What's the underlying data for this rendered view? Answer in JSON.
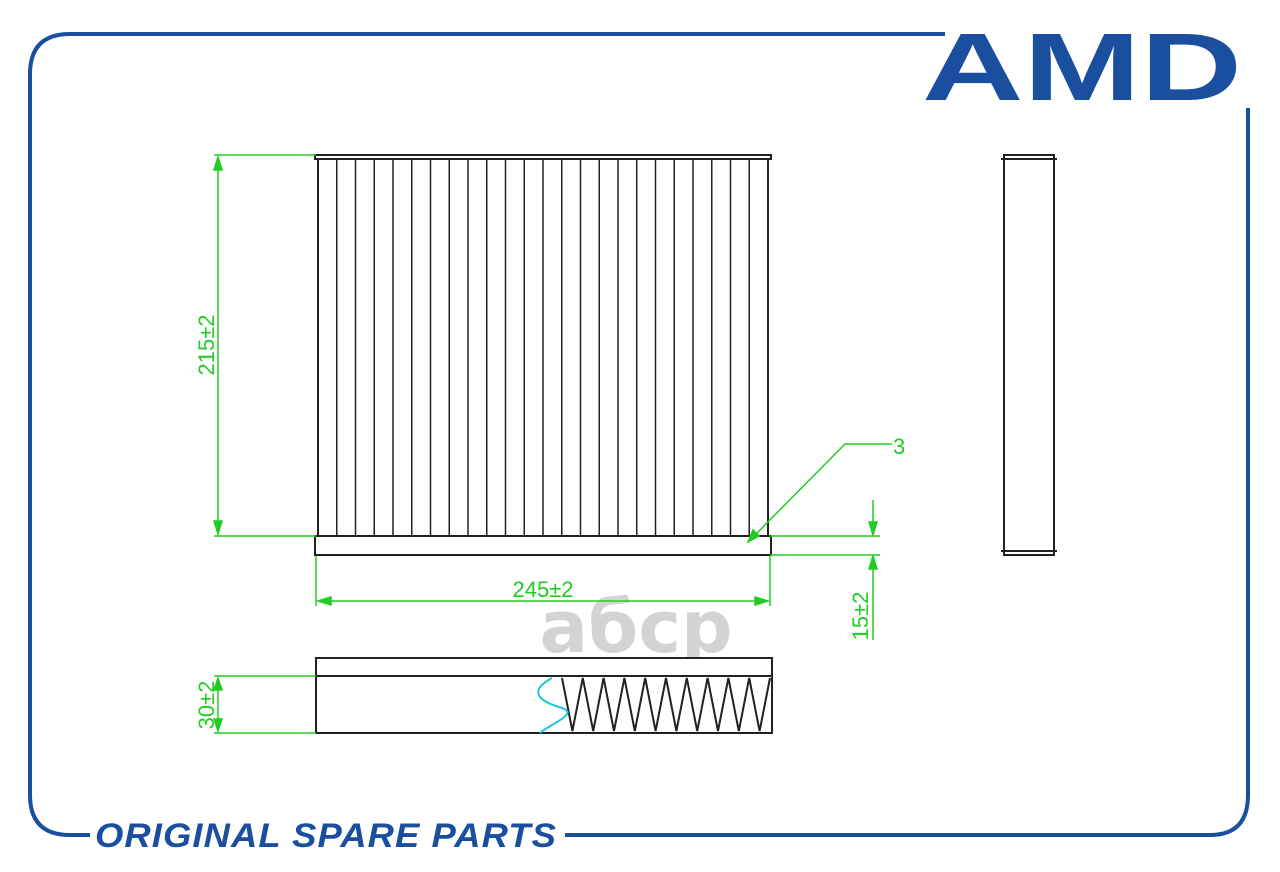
{
  "brand": {
    "logo_text": "AMD",
    "color": "#1a4fa0"
  },
  "watermark": {
    "text": "aбcp"
  },
  "tagline": "ORIGINAL SPARE PARTS",
  "dimensions": {
    "height_label": "215±2",
    "width_label": "245±2",
    "frame_label": "15±2",
    "depth_label": "30±2",
    "callout_label": "3"
  },
  "colors": {
    "frame": "#1a4fa0",
    "dimension": "#22cc22",
    "pleat_wave": "#19c7d9",
    "outline": "#222222",
    "watermark": "#d3d3d3"
  }
}
